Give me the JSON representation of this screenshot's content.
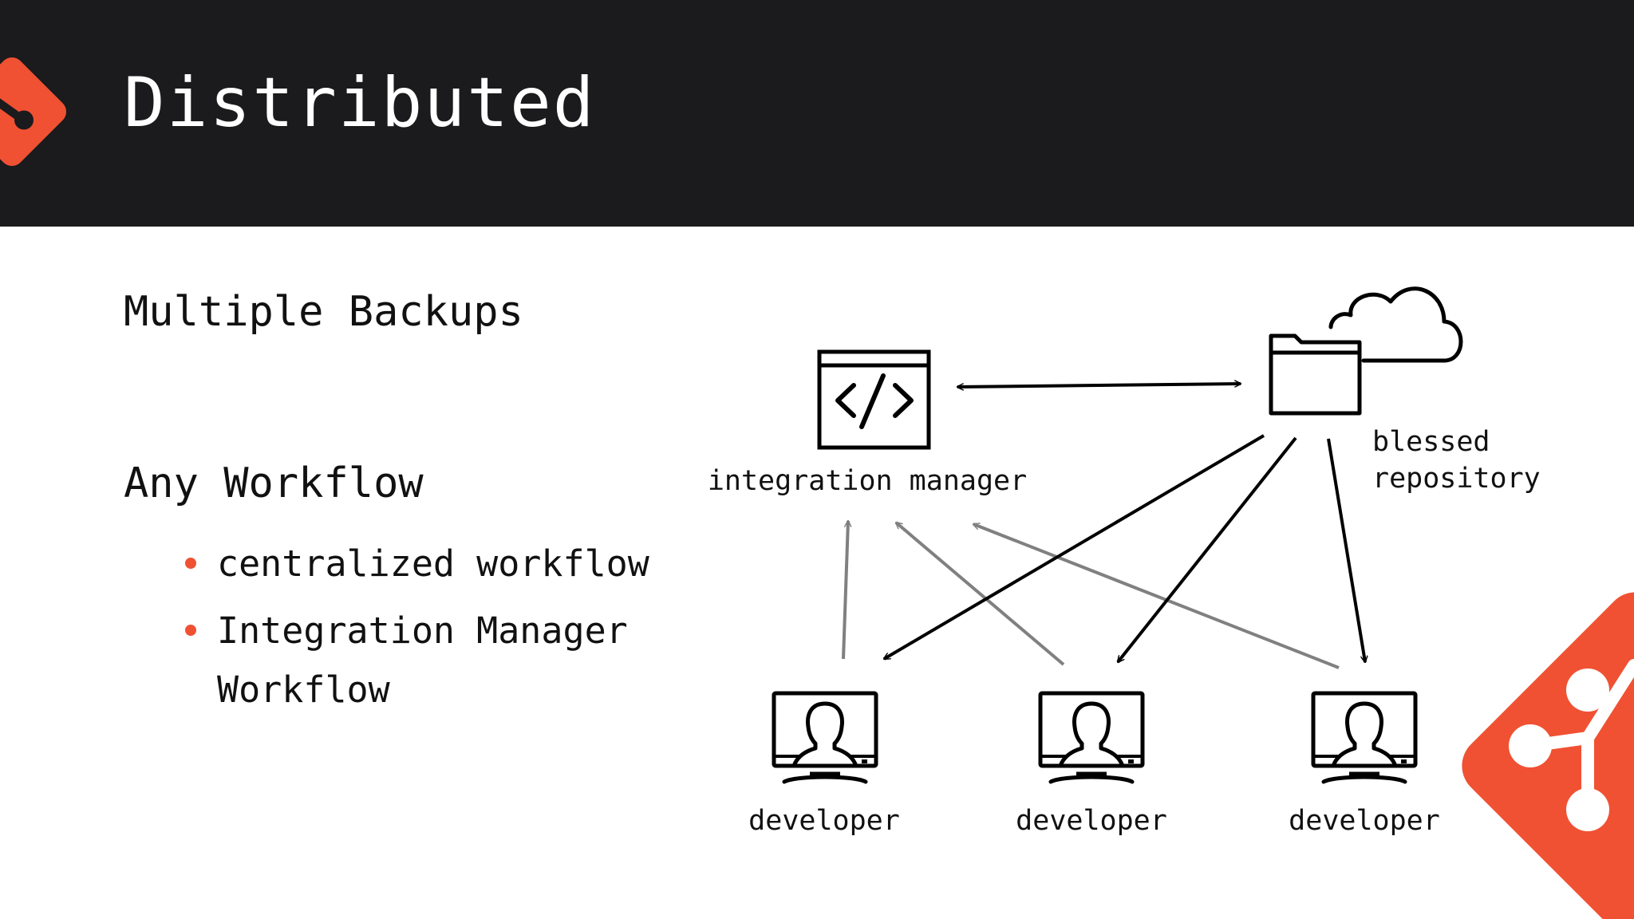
{
  "slide": {
    "title": "Distributed",
    "heading_backups": "Multiple Backups",
    "heading_workflow": "Any Workflow",
    "bullets": [
      "centralized workflow",
      "Integration Manager Workflow"
    ]
  },
  "diagram": {
    "integration_manager_label": "integration manager",
    "blessed_label_line1": "blessed",
    "blessed_label_line2": "repository",
    "developer_labels": [
      "developer",
      "developer",
      "developer"
    ]
  },
  "colors": {
    "header_bg": "#1b1a1c",
    "git_orange": "#f05133",
    "push_arrow": "#808080",
    "pull_arrow": "#000000"
  },
  "icons": [
    "git-logo",
    "code-window-icon",
    "folder-icon",
    "cloud-icon",
    "developer-computer-icon"
  ]
}
